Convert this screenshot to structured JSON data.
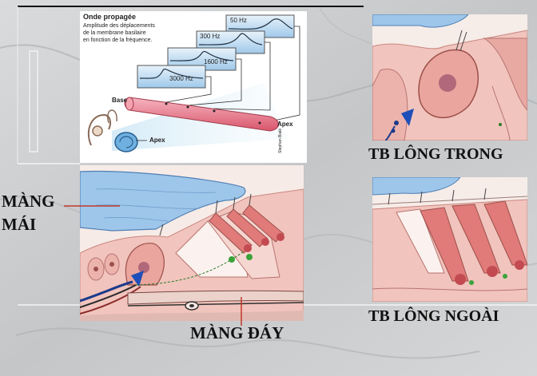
{
  "top_diagram": {
    "title": "Onde propagée",
    "subtitle_lines": [
      "Amplitude des déplacements",
      "de la membrane basilaire",
      "en fonction de la fréquence."
    ],
    "frequencies": [
      "50 Hz",
      "300 Hz",
      "1600 Hz",
      "3000 Hz"
    ],
    "base_label": "Base",
    "apex_label_top": "Apex",
    "apex_label_bottom": "Apex",
    "credit": "Stephan Bialé"
  },
  "labels": {
    "inner_hair_cells": "TB LÔNG TRONG",
    "outer_hair_cells": "TB LÔNG NGOÀI",
    "tectorial_membrane_line1": "MÀNG",
    "tectorial_membrane_line2": "MÁI",
    "basilar_membrane": "MÀNG ĐÁY"
  },
  "colors": {
    "tissue_pink": "#f1c4bd",
    "hair_cell_red": "#e07b7a",
    "tectorial_blue": "#9ec6ea",
    "nerve_blue": "#1f4fb8"
  }
}
